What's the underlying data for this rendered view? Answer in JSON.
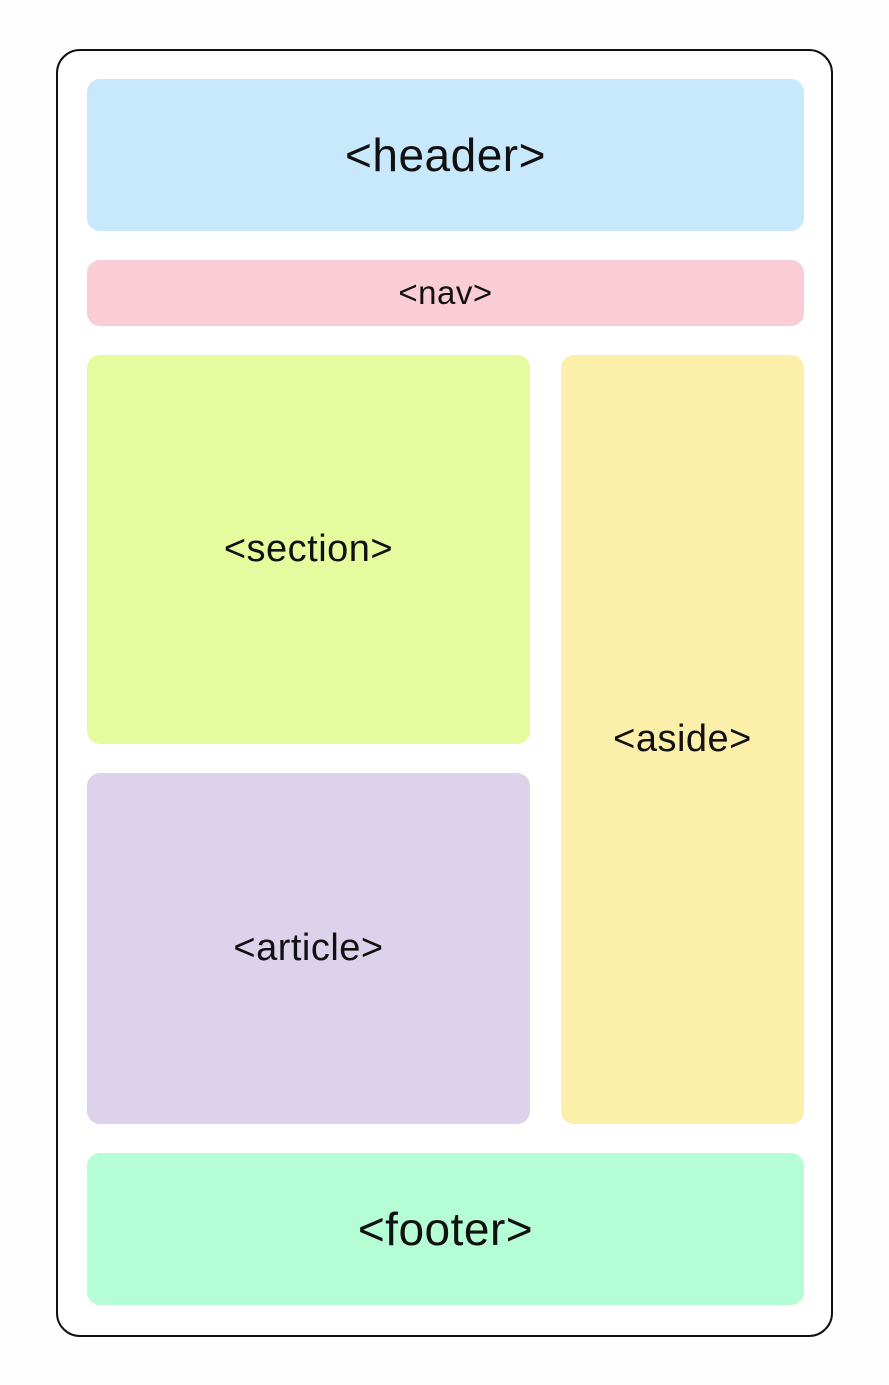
{
  "diagram": {
    "description_visible_text_only": true,
    "container": {
      "border_color": "#111111",
      "background": "#ffffff"
    },
    "text_color": "#111111",
    "boxes": {
      "header": {
        "label": "<header>",
        "color": "#c8e9fb"
      },
      "nav": {
        "label": "<nav>",
        "color": "#facdd6"
      },
      "section": {
        "label": "<section>",
        "color": "#e6fa9e"
      },
      "aside": {
        "label": "<aside>",
        "color": "#fcefaa"
      },
      "article": {
        "label": "<article>",
        "color": "#dcd2ec"
      },
      "footer": {
        "label": "<footer>",
        "color": "#b5fdd4"
      }
    }
  }
}
